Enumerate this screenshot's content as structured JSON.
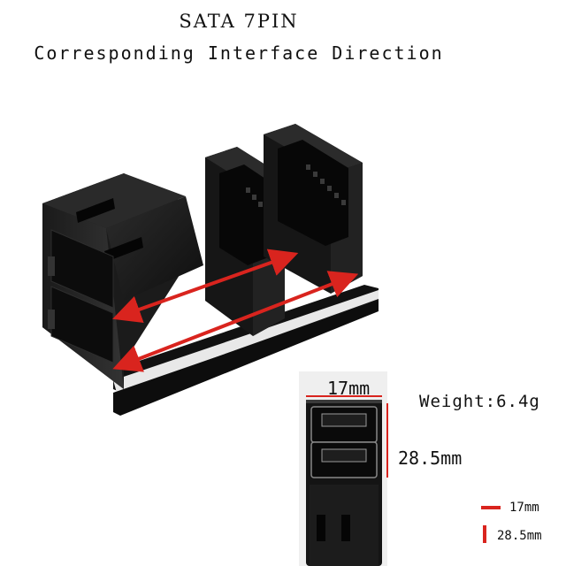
{
  "heading": {
    "title": "SATA 7PIN",
    "subtitle": "Corresponding Interface Direction"
  },
  "dimensions": {
    "width_label": "17mm",
    "height_label": "28.5mm",
    "weight_label": "Weight:6.4g"
  },
  "legend": {
    "width_item": "17mm",
    "height_item": "28.5mm"
  },
  "colors": {
    "arrow": "#d9241e",
    "body": "#151515",
    "legend_marker": "#d9241e"
  }
}
